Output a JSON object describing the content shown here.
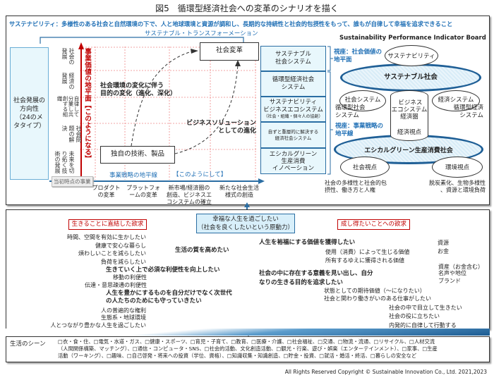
{
  "title": "図5　循環型経済社会への変革のシナリオを描く",
  "definition": "サステナビリティ：多様性のある社会と自然環境の下で、人と地球環境と資源が調和し、長期的な持続性と社会的包摂性をもって、誰もが自律して幸福を追求できること",
  "transformation_label": "サステナブル・トランスフォーメーション",
  "left": {
    "meta_box": "社会発展の方向性（24のメタタイプ）",
    "vertical_labels": [
      "社会の発展",
      "経済の発展",
      "自律して分業し共創する組織",
      "社会問題の解決",
      "未来を切り拓く技術の発展"
    ],
    "y_axis_label": "事業価値の地平面【このようになる】",
    "x_axis_label": "事業戦略の地平線",
    "x_axis_how": "【このようにして】",
    "origin_label": "当初時点の事業",
    "x_labels": [
      "プロダクトの変革",
      "プラットフォームの変革",
      "新市場/経済圏の創造、ビジネスエコシステムの確立",
      "新たな社会生活様式の創造"
    ],
    "goal_box": "社会変革",
    "start_box": "独自の技術、製品",
    "purpose_change": "社会環境の変化に伴う\n目的の変化（進化、深化）",
    "solution_evolution": "ビジネスソリューション\nとしての進化"
  },
  "stack": [
    {
      "text": "サステナブル\n社会システム"
    },
    {
      "text": "循環型経済社会\nシステム"
    },
    {
      "text": "サステナビリティ\nビジネスエコシステム",
      "sub": "（社会・組織・個々人の協創）"
    },
    {
      "text": "",
      "sub": "自ずと重層的に解決する\n経済社会システム"
    },
    {
      "text": "エシカルグリーン\n生産消費\nイノベーション"
    }
  ],
  "viewpoints": {
    "social_value": "視座：社会価値の地平面",
    "business_strategy": "視座：事業戦略の地平線"
  },
  "board": {
    "title": "Sustainability Performance Indicator Board",
    "sustainability": "サステナビリティ",
    "sustainable_society": "サステナブル社会",
    "social_system": "社会システム",
    "economic_system": "経済システム",
    "circular_social": "循環型社会\nシステム",
    "circular_economic": "循環型経済\nシステム",
    "cylinder_top": "ビジネス\nエコシステム\n経済圏",
    "cylinder_bottom": "経済視点",
    "ethical_society": "エシカルグリーン生産消費社会",
    "social_view": "社会視点",
    "env_view": "環境視点",
    "social_note": "社会の多様性と社会的包\n摂性、働き方と人権",
    "env_note": "脱炭素化、生物多様性\n、資源と環境負荷"
  },
  "needs": {
    "center": "幸福な人生を過ごしたい\n（社会を良くしたいという原動力）",
    "left_need": "生きることに直結した欲求",
    "right_need": "成し得たいことへの欲求",
    "quality_items": [
      "時間、空間を有効に生かしたい",
      "健康で安心な暮らし",
      "煩わしいことを減らしたい",
      "負荷を減らしたい"
    ],
    "quality": "生活の質を高めたい",
    "convenience": "生きていく上で必須な利便性を向上したい",
    "convenience_items": [
      "移動の利便性",
      "伝達・意思疎通の利便性"
    ],
    "enrich": "人生を豊かにするものを自分だけでなく次世代\nの人たちのためにも守っていきたい",
    "enrich_items": [
      "人の普遍的な権利",
      "生態系・地球環境",
      "人とつながり豊かな人生を過ごしたい"
    ],
    "wealth": "人生を裕福にする価値を獲得したい",
    "use_value": "使用（消費）によって生じる価値",
    "own_value": "所有するゆえに獲得される価値",
    "use_items": [
      "資源",
      "お金"
    ],
    "own_items": [
      "資産（お金含む）",
      "名声や地位",
      "ブランド"
    ],
    "meaning": "社会の中に存在する意義を見い出し、自分\nなりの生きる目的を追求したい",
    "state_value": "状態としての期待価値（〜になりたい）",
    "work": "社会と関わり働きがいのある仕事がしたい",
    "work_items": [
      "社会の中で目立して生きたい",
      "社会の役に立ちたい",
      "内発的に自律して行動する"
    ]
  },
  "scenes": {
    "label": "生活のシーン",
    "lines": [
      "□衣・食・住、□電気・水道・ガス、□健康・スポーツ、□育児・子育て、□教育、□医療・介護、□社会福祉、□交通、□物流・流通、□リサイクル、□人材交流",
      "（人間関係構築、マッチング）、□通信・コンピュータ・SNS、□社会的活動、文化創造活動、□観光・行楽、遊び・娯楽（エンターテインメント）、□家事、□生産",
      "活動（ワーキング）、□趣味、□自己啓発・将来への投資（学位、資格）、□知識収集・知識創造、□貯金・投資、□就活・婚活・終活、□暮らしの安全など"
    ]
  },
  "copyright": "All Rights Reserved Copyright © Sustainable Innovation Co., Ltd.  2021,2023"
}
